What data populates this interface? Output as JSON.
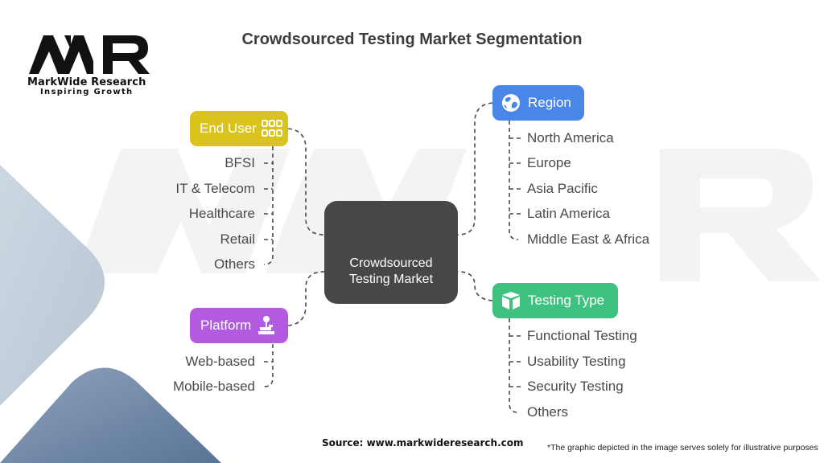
{
  "logo": {
    "mark": "MWR",
    "name": "MarkWide Research",
    "tagline": "Inspiring Growth"
  },
  "title": "Crowdsourced Testing Market Segmentation",
  "center_node": {
    "line1": "Crowdsourced",
    "line2": "Testing Market",
    "color": "#474747"
  },
  "segments": {
    "end_user": {
      "label": "End User",
      "icon": "grid-icon",
      "color": "#d9c31c",
      "items": [
        "BFSI",
        "IT & Telecom",
        "Healthcare",
        "Retail",
        "Others"
      ]
    },
    "platform": {
      "label": "Platform",
      "icon": "joystick-icon",
      "color": "#b25be0",
      "items": [
        "Web-based",
        "Mobile-based"
      ]
    },
    "region": {
      "label": "Region",
      "icon": "globe-icon",
      "color": "#4a86e8",
      "items": [
        "North America",
        "Europe",
        "Asia Pacific",
        "Latin America",
        "Middle East & Africa"
      ]
    },
    "testing_type": {
      "label": "Testing Type",
      "icon": "cube-icon",
      "color": "#3fc17f",
      "items": [
        "Functional Testing",
        "Usability Testing",
        "Security Testing",
        "Others"
      ]
    }
  },
  "footer": {
    "source": "Source: www.markwideresearch.com",
    "note": "*The graphic depicted in the image serves  solely for illustrative purposes"
  }
}
